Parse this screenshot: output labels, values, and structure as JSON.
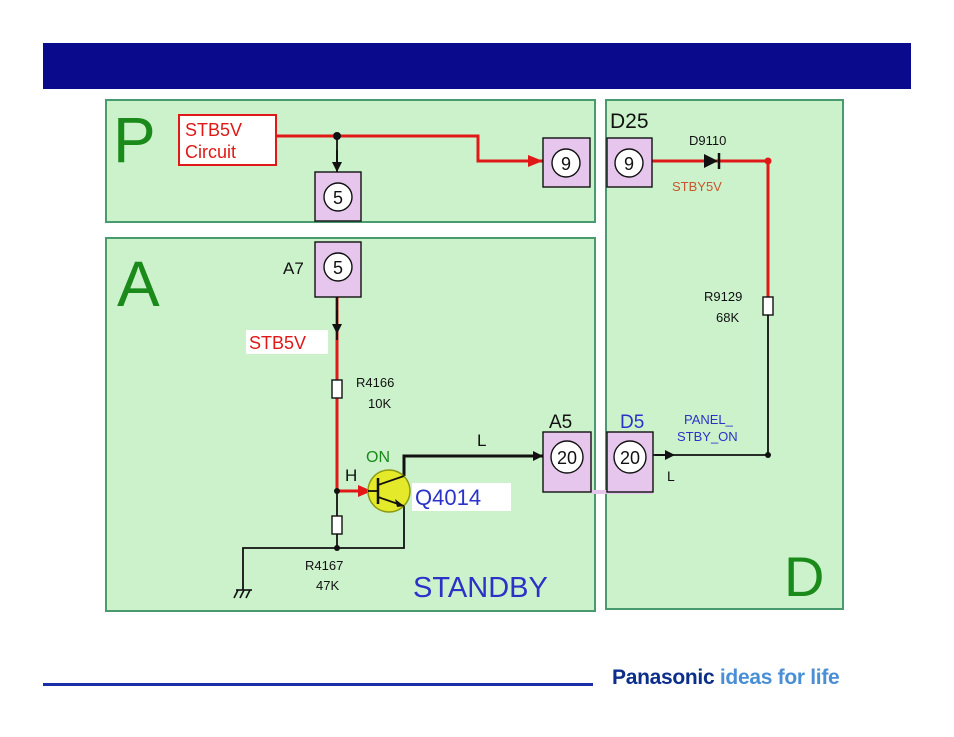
{
  "header": {
    "title": ""
  },
  "colors": {
    "panel_fill": "#ccf2cc",
    "panel_border": "#4a9a70",
    "connector_fill": "#e6c6ec",
    "signal_red": "#e01818",
    "brand_dark": "#0a2e8a",
    "brand_light": "#4a8fd6",
    "header_bar": "#0a0a8c"
  },
  "boards": {
    "p": {
      "letter": "P"
    },
    "a": {
      "letter": "A",
      "mode": "STANDBY"
    },
    "d": {
      "letter": "D",
      "name": "D25"
    }
  },
  "labels": {
    "stb5v_circuit_line1": "STB5V",
    "stb5v_circuit_line2": "Circuit",
    "a7": "A7",
    "stb5v": "STB5V",
    "r4166": "R4166",
    "r4166_val": "10K",
    "r4167": "R4167",
    "r4167_val": "47K",
    "q4014": "Q4014",
    "on": "ON",
    "h": "H",
    "l_out": "L",
    "a5": "A5",
    "d5": "D5",
    "panel_line1": "PANEL_",
    "panel_line2": "STBY_ON",
    "l_in": "L",
    "d9110": "D9110",
    "stby5v": "STBY5V",
    "r9129": "R9129",
    "r9129_val": "68K"
  },
  "pins": {
    "p5": "5",
    "p9": "9",
    "d9": "9",
    "a7": "5",
    "a5": "20",
    "d5": "20"
  },
  "footer": {
    "brand": "Panasonic",
    "slogan": "ideas for life"
  }
}
